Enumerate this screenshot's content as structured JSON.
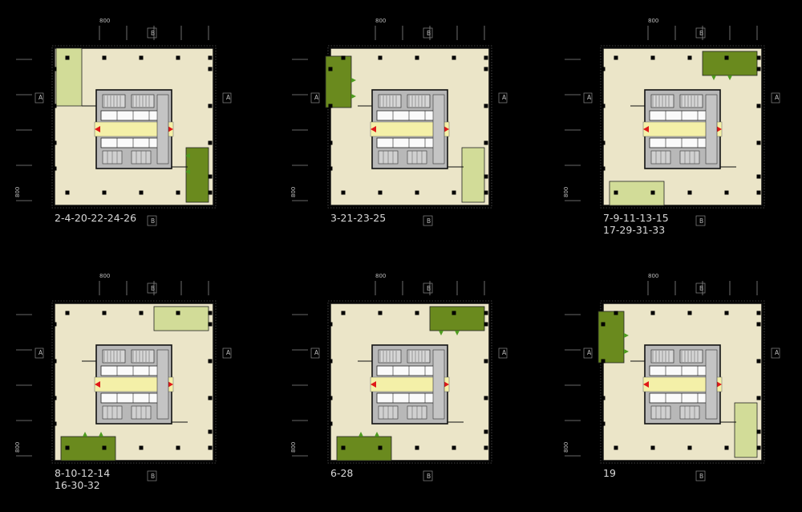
{
  "plans": [
    {
      "label_lines": [
        "2-4-20-22-24-26"
      ],
      "terraces": [
        "ul-small",
        "rm"
      ],
      "dark": [
        "rm"
      ],
      "arrows": [
        "rm"
      ]
    },
    {
      "label_lines": [
        "3-21-23-25"
      ],
      "terraces": [
        "ul-big",
        "rm"
      ],
      "dark": [
        "ul-big"
      ],
      "arrows": [
        "ul-big"
      ]
    },
    {
      "label_lines": [
        "7-9-11-13-15",
        "17-29-31-33"
      ],
      "terraces": [
        "ur",
        "bl"
      ],
      "dark": [
        "ur"
      ],
      "arrows": [
        "ur"
      ]
    },
    {
      "label_lines": [
        "8-10-12-14",
        "16-30-32"
      ],
      "terraces": [
        "ur",
        "bl"
      ],
      "dark": [
        "bl"
      ],
      "arrows": [
        "bl"
      ]
    },
    {
      "label_lines": [
        "6-28"
      ],
      "terraces": [
        "ur",
        "bl"
      ],
      "dark": [
        "ur",
        "bl"
      ],
      "arrows": [
        "ur",
        "bl"
      ]
    },
    {
      "label_lines": [
        "19"
      ],
      "terraces": [
        "ul-big",
        "rm"
      ],
      "dark": [
        "ul-big"
      ],
      "arrows": [
        "ul-big"
      ]
    }
  ],
  "dimensions": {
    "top": "800",
    "side": "800"
  },
  "grid_tags": {
    "a": "A",
    "b": "B"
  },
  "colors": {
    "background": "#000000",
    "floor": "#ebe5c8",
    "terrace_light": "#d2dc98",
    "terrace_dark": "#6a8a1e",
    "arrow_green": "#4e9c20",
    "corridor": "#f4f0a8",
    "core": "#b8b8b8",
    "arrow_red": "#e01818",
    "column": "#000000"
  }
}
